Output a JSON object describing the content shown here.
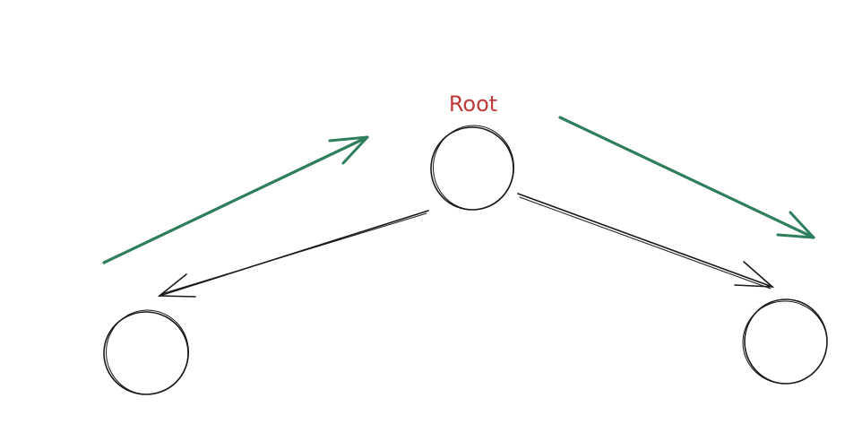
{
  "diagram": {
    "root_label": "Root",
    "nodes": [
      {
        "id": "root",
        "label": "Root"
      },
      {
        "id": "left-child"
      },
      {
        "id": "right-child"
      }
    ],
    "edges": [
      {
        "from": "root",
        "to": "left-child",
        "style": "sketch-black"
      },
      {
        "from": "root",
        "to": "right-child",
        "style": "sketch-black"
      }
    ],
    "direction_arrows": [
      {
        "meaning": "upward-to-root",
        "color": "#2e7d5b"
      },
      {
        "meaning": "downward-from-root",
        "color": "#2e7d5b"
      }
    ]
  },
  "colors": {
    "background": "#ffffff",
    "stroke": "#1a1a1a",
    "accent_green": "#2e7d5b",
    "label_red": "#c0393b"
  }
}
